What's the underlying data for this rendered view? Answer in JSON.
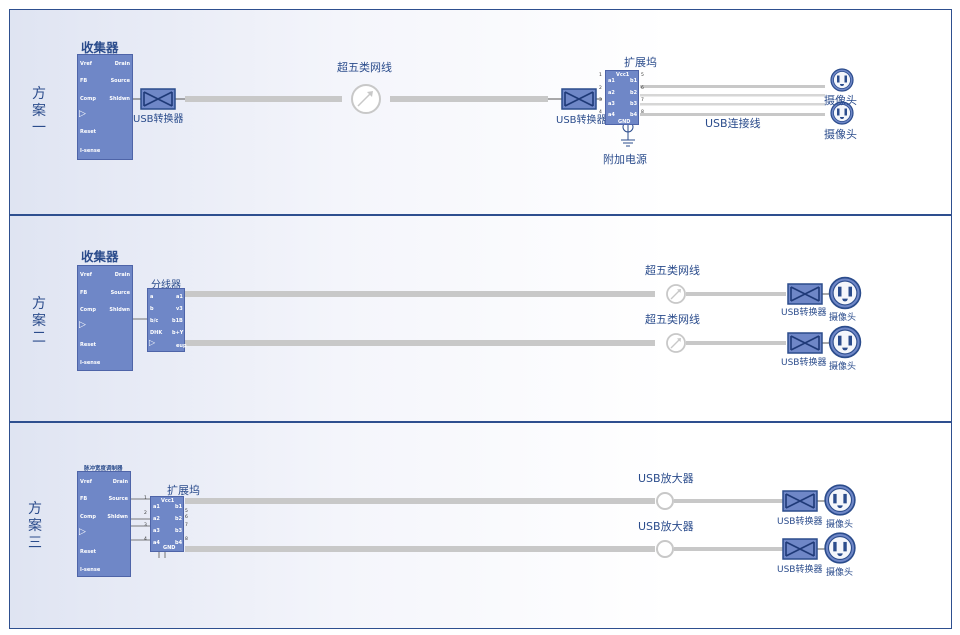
{
  "colors": {
    "accent": "#2b4c8c",
    "chip_fill": "#6f87c7",
    "cable": "#c8c8c8",
    "panel_border": "#2e4f8f"
  },
  "scheme1": {
    "label": "方案一",
    "collector": {
      "title": "收集器",
      "pins_left": [
        "Vref",
        "FB",
        "Comp",
        "Reset",
        "I-sense"
      ],
      "pins_right": [
        "Drain",
        "Source",
        "Shldwn"
      ]
    },
    "usb_converter_1": "USB转换器",
    "cable": "超五类网线",
    "usb_converter_2": "USB转换器",
    "dock": {
      "title": "扩展坞",
      "vcc": "Vcc1",
      "pins": [
        "a1",
        "a2",
        "a3",
        "a4",
        "b1",
        "b2",
        "b3",
        "b4",
        "GND"
      ],
      "nums": [
        "1",
        "2",
        "3",
        "4",
        "5",
        "6",
        "7",
        "8"
      ]
    },
    "extra_power": "附加电源",
    "usb_link": "USB连接线",
    "camera_1": "摄像头",
    "camera_2": "摄像头"
  },
  "scheme2": {
    "label": "方案二",
    "collector": {
      "title": "收集器",
      "pins_left": [
        "Vref",
        "FB",
        "Comp",
        "Reset",
        "I-sense"
      ],
      "pins_right": [
        "Drain",
        "Source",
        "Shldwn"
      ]
    },
    "splitter": {
      "title": "分线器",
      "pins": [
        "a",
        "b",
        "b/c",
        "DHK",
        "a1",
        "v3",
        "b1B",
        "b+Y",
        "eup"
      ]
    },
    "cable_1": "超五类网线",
    "cable_2": "超五类网线",
    "usb_converter_1": "USB转换器",
    "usb_converter_2": "USB转换器",
    "camera_1": "摄像头",
    "camera_2": "摄像头"
  },
  "scheme3": {
    "label": "方案三",
    "collector": {
      "title": "脉冲宽度调制器",
      "pins_left": [
        "Vref",
        "FB",
        "Comp",
        "Reset",
        "I-sense"
      ],
      "pins_right": [
        "Drain",
        "Source",
        "Shldwn"
      ]
    },
    "dock": {
      "title": "扩展坞",
      "vcc": "Vcc1",
      "pins": [
        "a1",
        "a2",
        "a3",
        "a4",
        "b1",
        "b2",
        "b3",
        "b4",
        "GND"
      ],
      "nums": [
        "1",
        "2",
        "3",
        "4",
        "5",
        "6",
        "7",
        "8"
      ]
    },
    "amp_1": "USB放大器",
    "amp_2": "USB放大器",
    "usb_converter_1": "USB转换器",
    "usb_converter_2": "USB转换器",
    "camera_1": "摄像头",
    "camera_2": "摄像头"
  }
}
